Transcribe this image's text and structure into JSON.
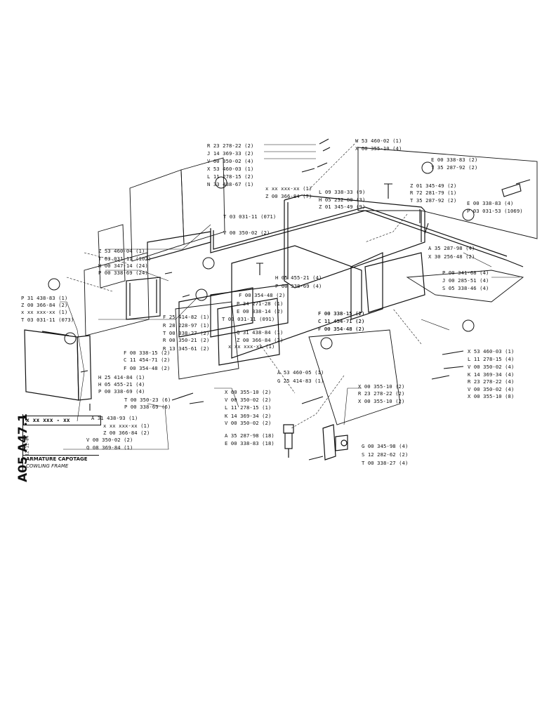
{
  "title_block": {
    "sheet_code": "A05 A47.1",
    "date": "12-11-84",
    "part_number": "x xx xxx - xx",
    "title_fr": "ARMATURE CAPOTAGE",
    "title_en": "COWLING FRAME"
  },
  "callouts": [
    {
      "id": "c01",
      "text": "R 23 278-22 (2)"
    },
    {
      "id": "c02",
      "text": "J 14 369-33 (2)"
    },
    {
      "id": "c03",
      "text": "V 00 350-02 (4)"
    },
    {
      "id": "c04",
      "text": "X 53 460-03 (1)"
    },
    {
      "id": "c05",
      "text": "L 11 278-15 (2)"
    },
    {
      "id": "c06",
      "text": "N 33 438-67 (1)"
    },
    {
      "id": "c07",
      "text": "W 53 460-02 (1)"
    },
    {
      "id": "c08",
      "text": "X 00 355-10 (4)"
    },
    {
      "id": "c09",
      "text": "E 00 338-83 (2)"
    },
    {
      "id": "c10",
      "text": "T 35 287-92 (2)"
    },
    {
      "id": "c11",
      "text": "x xx xxx-xx (1)"
    },
    {
      "id": "c12",
      "text": "Z 00 366-84 (7)"
    },
    {
      "id": "c13",
      "text": "L 09 338-33 (9)"
    },
    {
      "id": "c14",
      "text": "H 05 232-80 (3)"
    },
    {
      "id": "c15",
      "text": "Z 01 345-49 (9)"
    },
    {
      "id": "c16",
      "text": "Z 01 345-49 (2)"
    },
    {
      "id": "c17",
      "text": "R 72 281-79 (1)"
    },
    {
      "id": "c18",
      "text": "T 35 287-92 (2)"
    },
    {
      "id": "c19",
      "text": "E 00 338-83 (4)"
    },
    {
      "id": "c20",
      "text": "P 03 031-53 (1069)"
    },
    {
      "id": "c21",
      "text": "T 03 031-11 (071)"
    },
    {
      "id": "c22",
      "text": "V 00 350-02 (2)"
    },
    {
      "id": "c23",
      "text": "A 35 287-98 (4)"
    },
    {
      "id": "c24",
      "text": "X 30 256-48 (2)"
    },
    {
      "id": "c25",
      "text": "Z 53 460-04 (1)"
    },
    {
      "id": "c26",
      "text": "T 03 031-11 (102)"
    },
    {
      "id": "c27",
      "text": "H 00 347-14 (24)"
    },
    {
      "id": "c28",
      "text": "P 00 338-69 (24)"
    },
    {
      "id": "c29",
      "text": "H 05 455-21 (4)"
    },
    {
      "id": "c30",
      "text": "P 00 338-69 (4)"
    },
    {
      "id": "c31",
      "text": "P 00 341-68 (4)"
    },
    {
      "id": "c32",
      "text": "J 00 285-51 (4)"
    },
    {
      "id": "c33",
      "text": "S 05 338-46 (4)"
    },
    {
      "id": "c34",
      "text": "P 31 438-83 (1)"
    },
    {
      "id": "c35",
      "text": "Z 00 366-84 (2)"
    },
    {
      "id": "c36",
      "text": "x xx xxx-xx (1)"
    },
    {
      "id": "c37",
      "text": "F 00 354-48 (2)"
    },
    {
      "id": "c38",
      "text": "P 34 271-28 (1)"
    },
    {
      "id": "c39",
      "text": "E 00 338-14 (2)"
    },
    {
      "id": "c40",
      "text": "T 03 031-11 (091)"
    },
    {
      "id": "c41",
      "text": "T 03 031-11 (073)"
    },
    {
      "id": "c42",
      "text": "F 25 414-82 (1)"
    },
    {
      "id": "c43",
      "text": "R 28 228-97 (1)"
    },
    {
      "id": "c44",
      "text": "T 00 338-27 (2)"
    },
    {
      "id": "c45",
      "text": "R 00 350-21 (2)"
    },
    {
      "id": "c46",
      "text": "R 13 345-61 (2)"
    },
    {
      "id": "c47",
      "text": "F 00 338-15 (2)"
    },
    {
      "id": "c48",
      "text": "C 11 454-71 (2)"
    },
    {
      "id": "c49",
      "text": "F 00 354-48 (2)"
    },
    {
      "id": "c50",
      "text": "Q 31 438-84 (1)"
    },
    {
      "id": "c51",
      "text": "Z 00 366-84 (2)"
    },
    {
      "id": "c52",
      "text": "x xx xxx-xx (1)"
    },
    {
      "id": "c53",
      "text": "F 00 338-15 (2)"
    },
    {
      "id": "c54",
      "text": "C 11 454-71 (2)"
    },
    {
      "id": "c55",
      "text": "F 00 354-48 (2)"
    },
    {
      "id": "c56",
      "text": "F 00 338-15 (2)"
    },
    {
      "id": "c57",
      "text": "C 11 454-71 (2)"
    },
    {
      "id": "c58",
      "text": "F 00 354-48 (2)"
    },
    {
      "id": "c59",
      "text": "X 53 460-03 (1)"
    },
    {
      "id": "c60",
      "text": "L 11 278-15 (4)"
    },
    {
      "id": "c61",
      "text": "V 00 350-02 (4)"
    },
    {
      "id": "c62",
      "text": "K 14 369-34 (4)"
    },
    {
      "id": "c63",
      "text": "R 23 278-22 (4)"
    },
    {
      "id": "c64",
      "text": "V 00 350-02 (4)"
    },
    {
      "id": "c65",
      "text": "X 00 355-10 (8)"
    },
    {
      "id": "c66",
      "text": "H 25 414-84 (1)"
    },
    {
      "id": "c67",
      "text": "H 05 455-21 (4)"
    },
    {
      "id": "c68",
      "text": "P 00 338-69 (4)"
    },
    {
      "id": "c69",
      "text": "T 00 350-23 (6)"
    },
    {
      "id": "c70",
      "text": "P 00 338-69 (6)"
    },
    {
      "id": "c71",
      "text": "A 53 460-05 (1)"
    },
    {
      "id": "c72",
      "text": "G 25 414-83 (1)"
    },
    {
      "id": "c73",
      "text": "X 00 355-10 (2)"
    },
    {
      "id": "c74",
      "text": "V 00 350-02 (2)"
    },
    {
      "id": "c75",
      "text": "L 11 278-15 (1)"
    },
    {
      "id": "c76",
      "text": "K 14 369-34 (2)"
    },
    {
      "id": "c77",
      "text": "V 00 350-02 (2)"
    },
    {
      "id": "c78",
      "text": "X 00 355-10 (2)"
    },
    {
      "id": "c79",
      "text": "R 23 278-22 (2)"
    },
    {
      "id": "c80",
      "text": "X 00 355-10 (2)"
    },
    {
      "id": "c81",
      "text": "A 31 438-93 (1)"
    },
    {
      "id": "c82",
      "text": "x xx xxx-xx (1)"
    },
    {
      "id": "c83",
      "text": "Z 00 366-84 (2)"
    },
    {
      "id": "c84",
      "text": "V 00 350-02 (2)"
    },
    {
      "id": "c85",
      "text": "Q 08 369-84 (1)"
    },
    {
      "id": "c86",
      "text": "A 35 287-98 (18)"
    },
    {
      "id": "c87",
      "text": "E 00 338-83 (18)"
    },
    {
      "id": "c88",
      "text": "G 00 345-98 (4)"
    },
    {
      "id": "c89",
      "text": "S 12 282-62 (2)"
    },
    {
      "id": "c90",
      "text": "T 00 338-27 (4)"
    }
  ]
}
